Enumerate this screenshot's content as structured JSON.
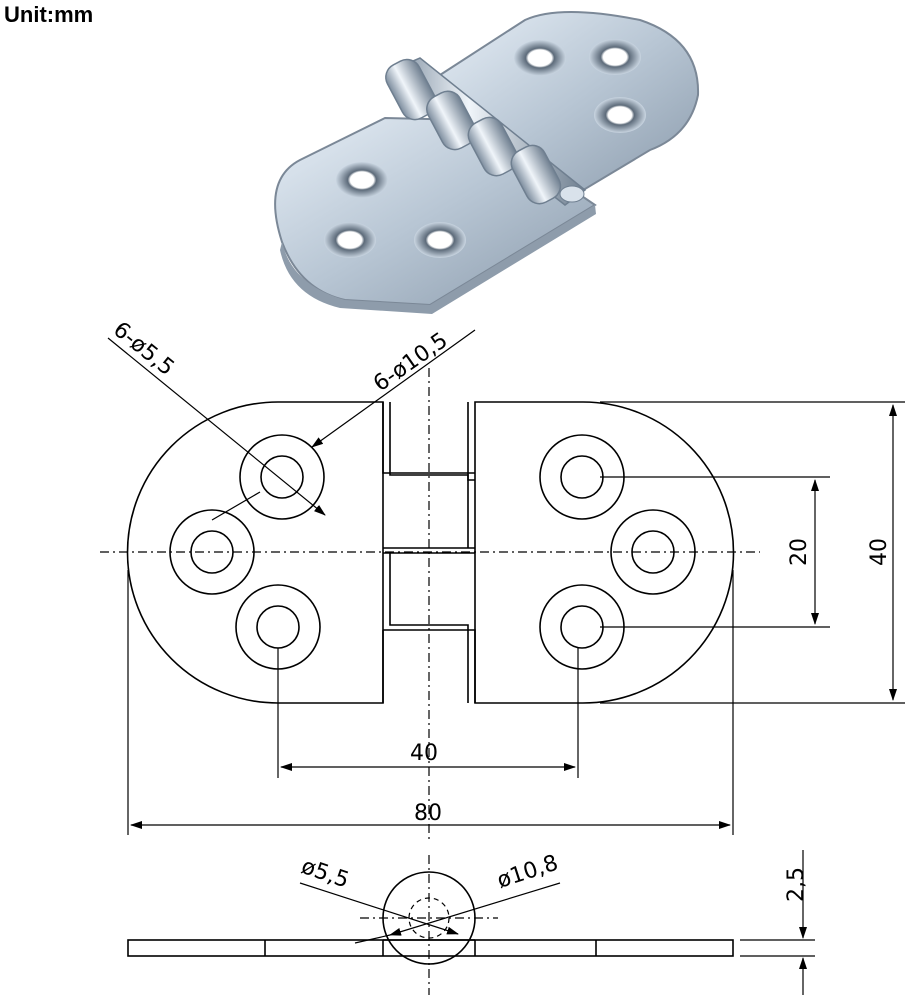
{
  "unit_label": "Unit:mm",
  "photo": {
    "subject": "zinc-plated round-end butt hinge",
    "metal_color": "#b8c6d4"
  },
  "labels": {
    "small_holes": "6-ø5,5",
    "large_holes": "6-ø10,5",
    "hole_spacing_vertical": "20",
    "overall_height": "40",
    "hole_spacing_horizontal": "40",
    "overall_length": "80",
    "pin_diameter": "ø5,5",
    "knuckle_diameter": "ø10,8",
    "thickness": "2,5"
  }
}
